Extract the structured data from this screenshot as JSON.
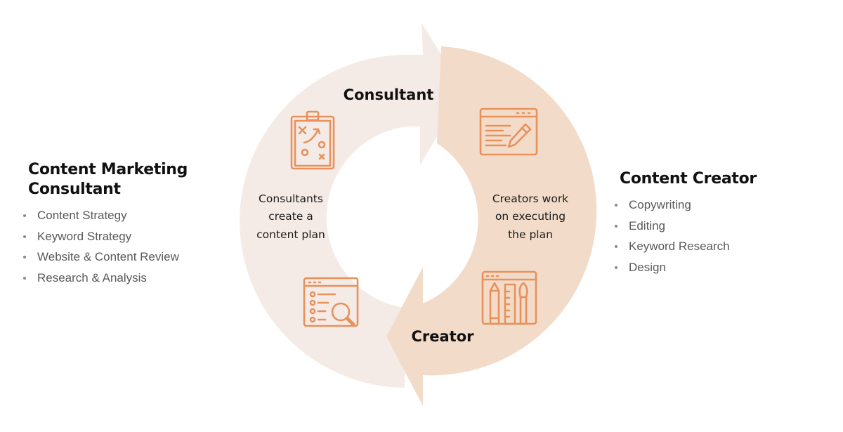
{
  "left_panel": {
    "title": "Content Marketing Consultant",
    "items": [
      "Content Strategy",
      "Keyword Strategy",
      "Website & Content Review",
      "Research & Analysis"
    ]
  },
  "right_panel": {
    "title": "Content Creator",
    "items": [
      "Copywriting",
      "Editing",
      "Keyword Research",
      "Design"
    ]
  },
  "cycle": {
    "top_label": "Consultant",
    "bottom_label": "Creator",
    "left_caption": [
      "Consultants",
      "create a",
      "content plan"
    ],
    "right_caption": [
      "Creators work",
      "on executing",
      "the plan"
    ]
  },
  "colors": {
    "left_arrow": "#f5ebe6",
    "right_arrow": "#f2dcc9",
    "icon": "#e8915b",
    "heading": "#111111",
    "list_text": "#595959"
  },
  "icons": [
    "strategy-clipboard-icon",
    "web-editor-icon",
    "search-analysis-icon",
    "design-tools-icon"
  ]
}
